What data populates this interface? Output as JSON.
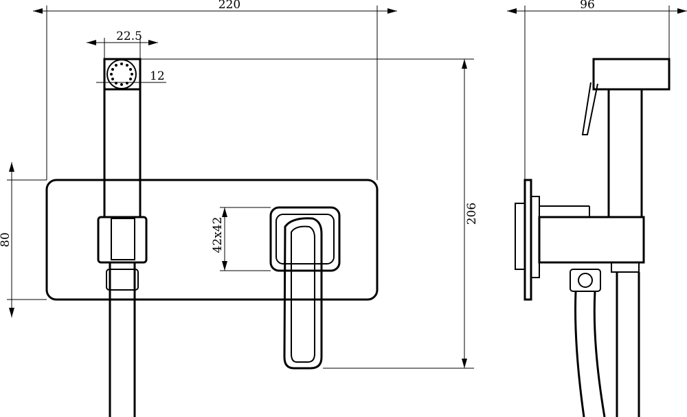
{
  "title": "Hygienic shower mixer technical drawing",
  "dimensions": {
    "total_width": "220",
    "head_width": "22.5",
    "head_diameter": "12",
    "plate_height": "80",
    "handle_size": "42x42",
    "total_height": "206",
    "depth": "96"
  },
  "colors": {
    "line": "#000000",
    "background": "#ffffff"
  }
}
